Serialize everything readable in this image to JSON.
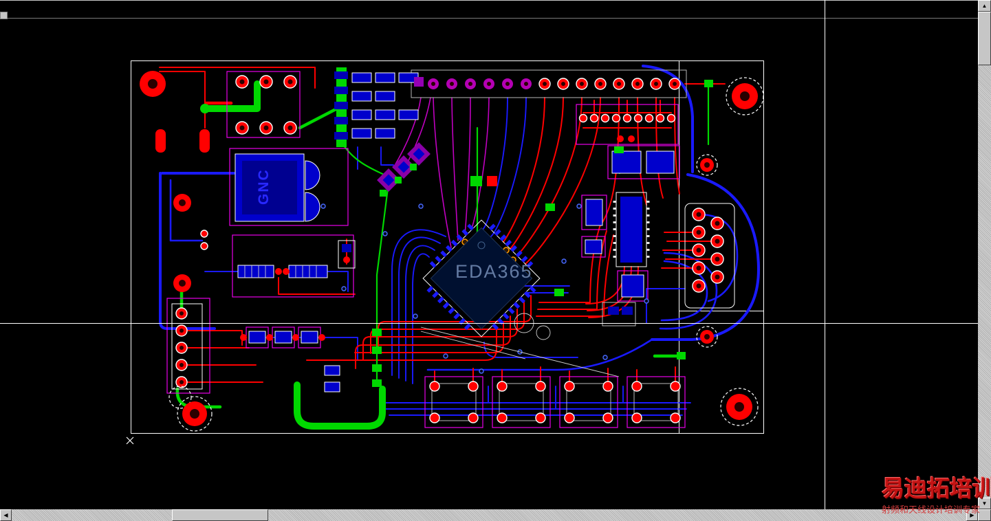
{
  "pcb": {
    "transformer_label": "GNC",
    "center_watermark": "EDA365"
  },
  "site_watermark": {
    "line1": "易迪拓培训",
    "line2": "射频和天线设计培训专家"
  },
  "window": {
    "scrollbar": {
      "up": "▲",
      "down": "▼",
      "left": "◀",
      "right": "▶"
    }
  },
  "colors": {
    "background": "#000000",
    "board_outline": "#ffffff",
    "trace_red": "#ff0000",
    "trace_blue": "#1a1aff",
    "trace_green": "#00d800",
    "trace_magenta": "#c000c0",
    "component_blue": "#0000cc",
    "component_fill_dark": "#000090",
    "outline_magenta": "#e800e8",
    "pad_red": "#ff0000",
    "pad_hole": "#2a0000",
    "via_ring": "#ff9900",
    "crosshair": "#ffffff",
    "scrollbar_face": "#c6c6c6",
    "watermark_red": "#c41414",
    "eda_text": "#6f87b0",
    "gnc_text": "#2828ff"
  }
}
